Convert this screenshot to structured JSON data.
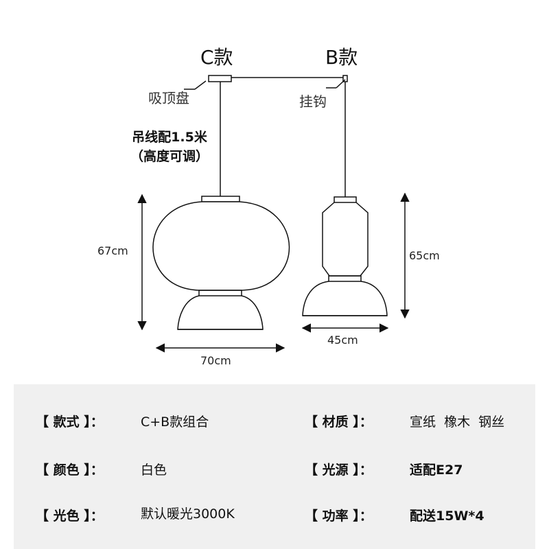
{
  "models": {
    "c": {
      "title": "C款",
      "mount_label": "吸顶盘",
      "height": "67cm",
      "width": "70cm"
    },
    "b": {
      "title": "B款",
      "mount_label": "挂钩",
      "height": "65cm",
      "width": "45cm"
    }
  },
  "cord_note": {
    "line1": "吊线配1.5米",
    "line2": "（高度可调）"
  },
  "specs": {
    "left": [
      {
        "label": "【 款式 】：",
        "value": "C+B款组合"
      },
      {
        "label": "【 颜色 】：",
        "value": "白色"
      },
      {
        "label": "【 光色 】：",
        "value": "默认暖光3000K"
      }
    ],
    "right": [
      {
        "label": "【 材质 】：",
        "value": "宣纸  橡木  钢丝"
      },
      {
        "label": "【 光源 】：",
        "value": "适配E27"
      },
      {
        "label": "【 功率 】：",
        "value": "配送15W*4"
      }
    ]
  },
  "colors": {
    "line": "#111111",
    "panel_bg": "#f0f0f0",
    "page_bg": "#ffffff"
  }
}
